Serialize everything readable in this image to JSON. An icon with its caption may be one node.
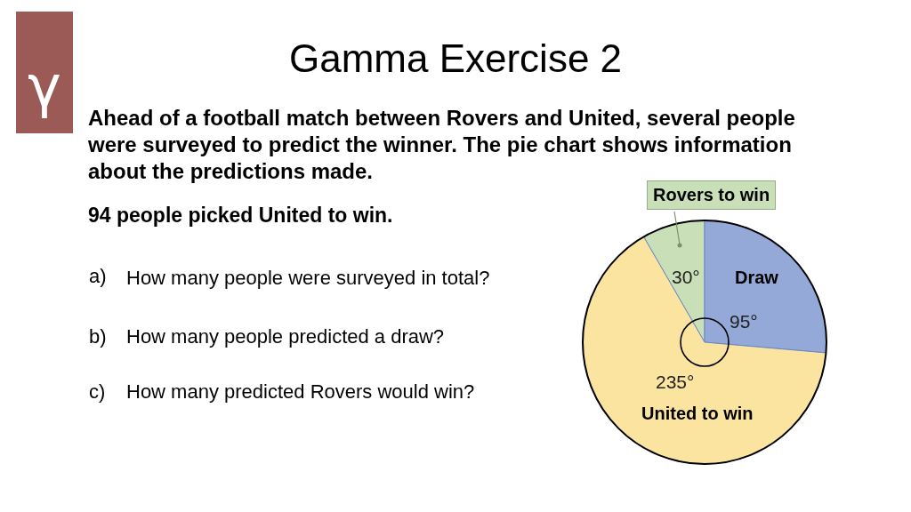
{
  "diagram": {
    "title": "Gamma Exercise 2",
    "labels": [
      "γ",
      "Ahead of a football match between Rovers and United, several people were surveyed to predict the winner. The pie chart shows information about the predictions made.",
      "94 people picked United to win.",
      "a)",
      "How many people were surveyed in total?",
      "b)",
      "How many people predicted a draw?",
      "c)",
      "How many predicted Rovers would win?"
    ],
    "chart_data": {
      "type": "pie",
      "categories": [
        "Rovers to win",
        "Draw",
        "United to win"
      ],
      "values": [
        30,
        95,
        235
      ],
      "value_labels": [
        "30°",
        "95°",
        "235°"
      ]
    }
  }
}
